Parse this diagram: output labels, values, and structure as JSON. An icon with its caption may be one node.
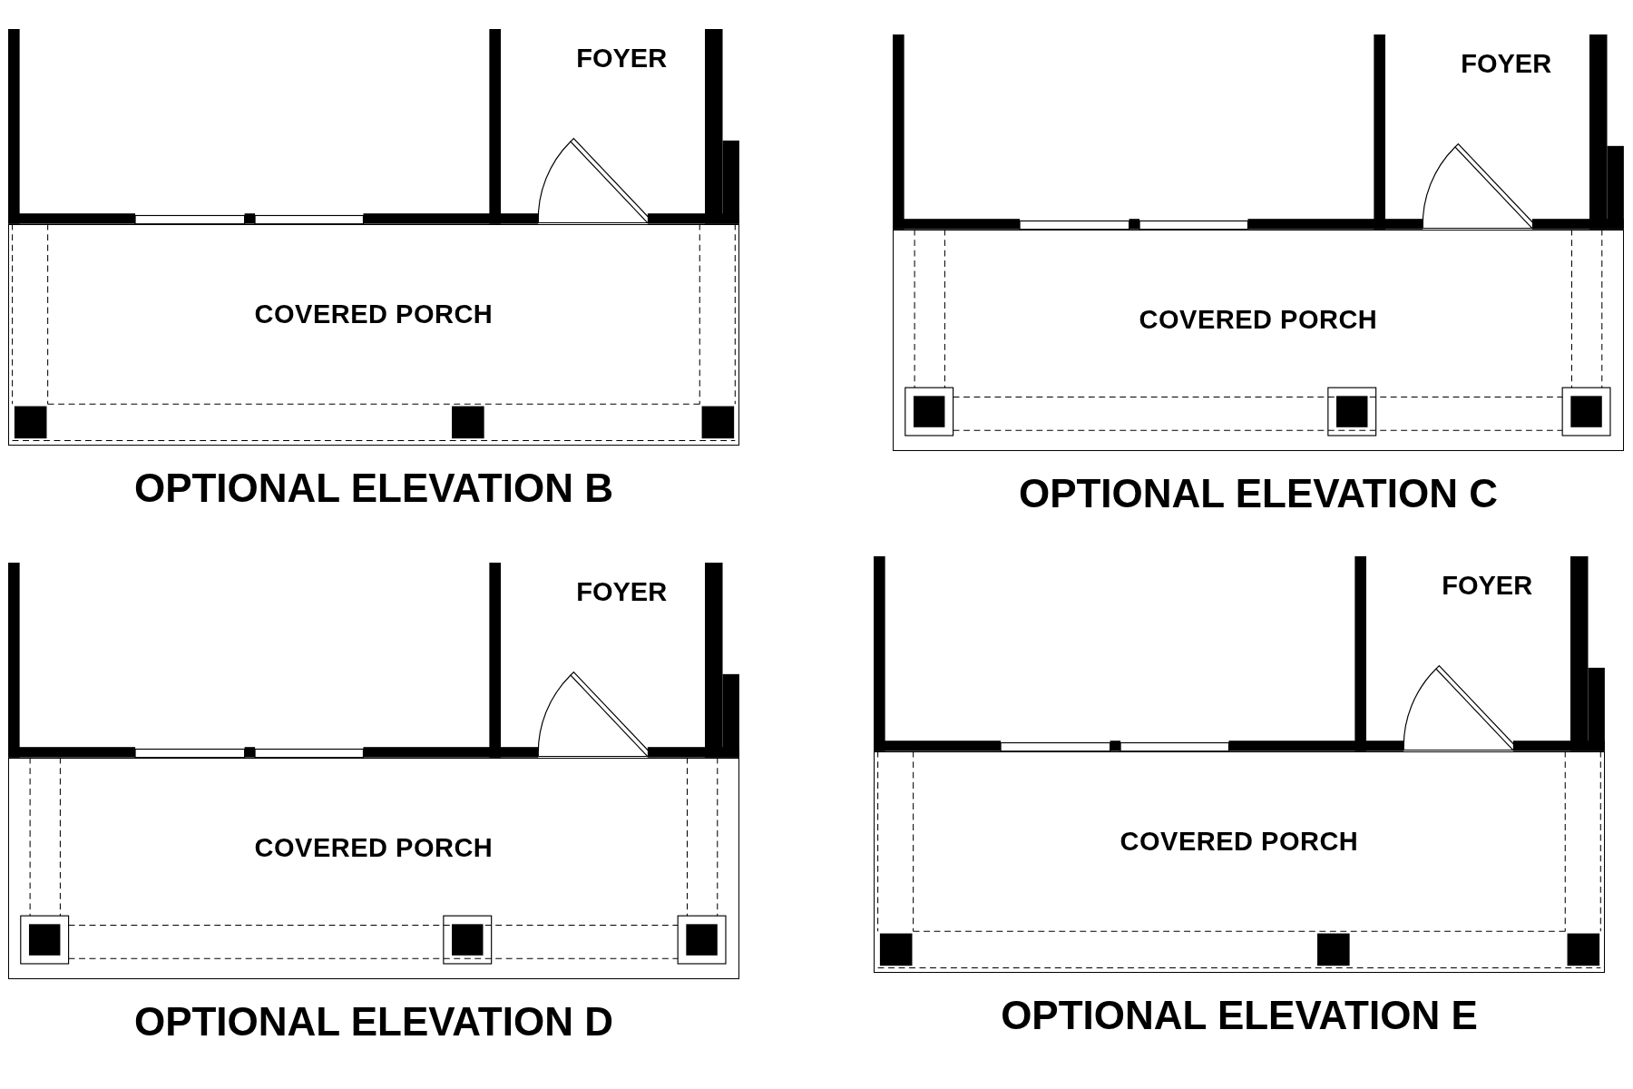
{
  "diagram": {
    "nodes": [
      {
        "text": [
          "COVERED PORCH"
        ]
      },
      {
        "text": [
          "COVERED PORCH"
        ]
      },
      {
        "text": [
          "COVERED PORCH"
        ]
      },
      {
        "text": [
          "COVERED PORCH"
        ]
      }
    ],
    "labels": [
      "FOYER",
      "OPTIONAL ELEVATION B",
      "FOYER",
      "OPTIONAL ELEVATION C",
      "FOYER",
      "OPTIONAL ELEVATION D",
      "FOYER",
      "OPTIONAL ELEVATION E"
    ]
  }
}
